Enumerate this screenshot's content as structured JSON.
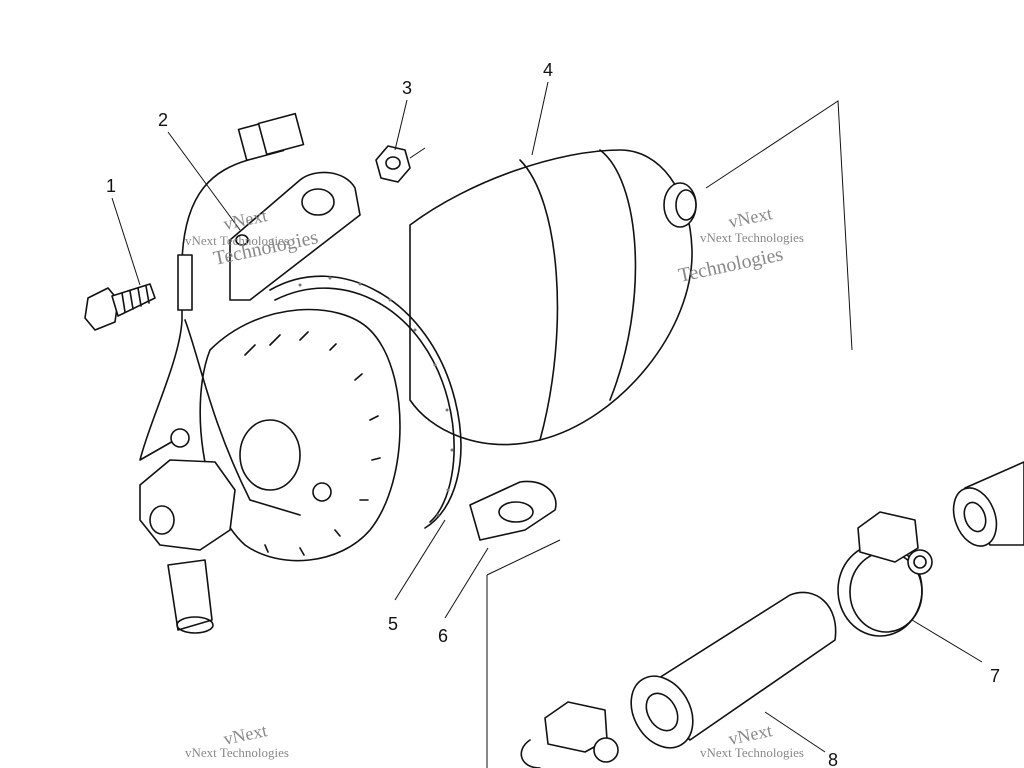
{
  "diagram": {
    "part_numbers": [
      "1",
      "2",
      "3",
      "4",
      "5",
      "6",
      "7",
      "8"
    ],
    "watermarks": {
      "brand_top": "vNext",
      "brand_bottom": "Technologies",
      "brand_inline": "vNext Technologies"
    }
  }
}
